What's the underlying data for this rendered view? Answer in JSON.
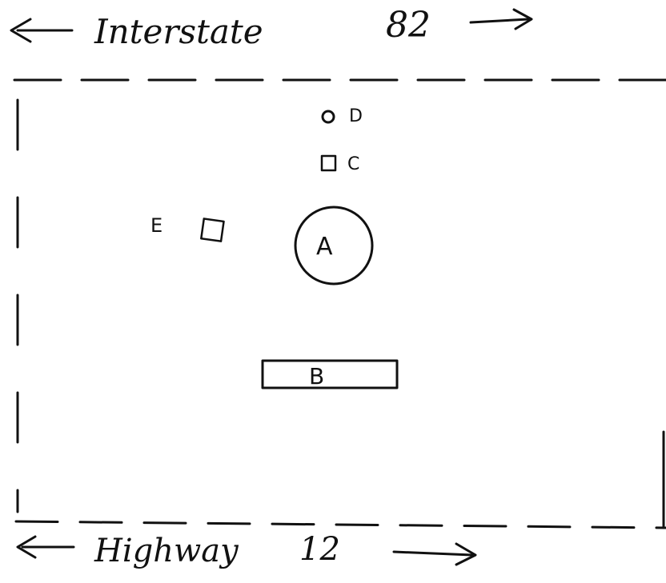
{
  "top_road": {
    "name": "Interstate",
    "number": "82"
  },
  "bottom_road": {
    "name": "Highway",
    "number": "12"
  },
  "features": {
    "a": "A",
    "b": "B",
    "c": "C",
    "d": "D",
    "e": "E"
  },
  "colors": {
    "ink": "#111111",
    "paper": "#ffffff"
  }
}
